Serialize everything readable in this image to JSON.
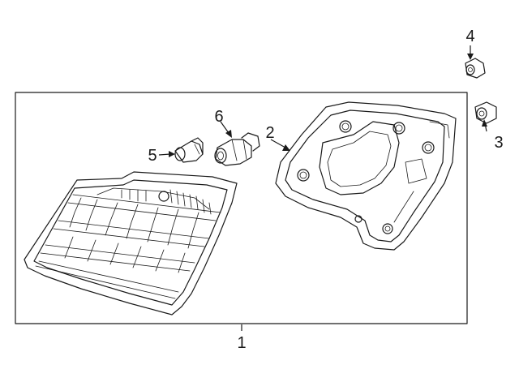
{
  "callouts": {
    "part1": "1",
    "part2": "2",
    "part3": "3",
    "part4": "4",
    "part5": "5",
    "part6": "6"
  },
  "colors": {
    "line": "#1a1a1a",
    "background": "#ffffff"
  },
  "parts": [
    {
      "callout": "1",
      "name": "tail-lamp-assembly"
    },
    {
      "callout": "2",
      "name": "lamp-gasket-backplate"
    },
    {
      "callout": "3",
      "name": "push-nut"
    },
    {
      "callout": "4",
      "name": "push-nut"
    },
    {
      "callout": "5",
      "name": "bulb"
    },
    {
      "callout": "6",
      "name": "bulb-socket"
    }
  ]
}
